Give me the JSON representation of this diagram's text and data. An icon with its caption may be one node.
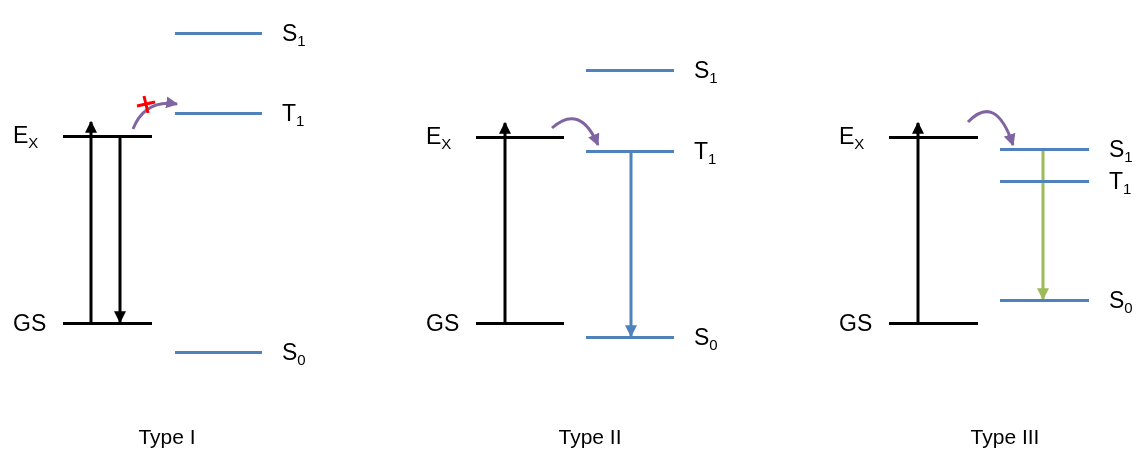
{
  "diagram": {
    "nodes": [
      {
        "text": [
          "E$_{X}$"
        ]
      },
      {
        "text": [
          "GS"
        ]
      },
      {
        "text": [
          "S$_{1}$"
        ]
      },
      {
        "text": [
          "T$_{1}$"
        ]
      },
      {
        "text": [
          "S$_{0}$"
        ]
      },
      {
        "text": [
          "E$_{X}$"
        ]
      },
      {
        "text": [
          "GS"
        ]
      },
      {
        "text": [
          "S$_{1}$"
        ]
      },
      {
        "text": [
          "T$_{1}$"
        ]
      },
      {
        "text": [
          "S$_{0}$"
        ]
      },
      {
        "text": [
          "E$_{X}$"
        ]
      },
      {
        "text": [
          "GS"
        ]
      },
      {
        "text": [
          "S$_{1}$"
        ]
      },
      {
        "text": [
          "T$_{1}$"
        ]
      },
      {
        "text": [
          "S$_{0}$"
        ]
      }
    ],
    "edges": [
      {
        "from": 1,
        "to": 0,
        "arrow": "to"
      },
      {
        "from": 0,
        "to": 1,
        "arrow": "to"
      },
      {
        "from": 0,
        "to": 3,
        "arrow": "to",
        "color": "#8064a2"
      },
      {
        "from": 6,
        "to": 5,
        "arrow": "to"
      },
      {
        "from": 5,
        "to": 8,
        "arrow": "to",
        "color": "#8064a2"
      },
      {
        "from": 8,
        "to": 9,
        "arrow": "to",
        "color": "#4f81bd"
      },
      {
        "from": 11,
        "to": 10,
        "arrow": "to"
      },
      {
        "from": 10,
        "to": 12,
        "arrow": "to",
        "color": "#8064a2"
      },
      {
        "from": 12,
        "to": 14,
        "arrow": "to",
        "color": "#9bbb59"
      }
    ],
    "labels": [
      "Type I",
      "Type II",
      "Type III"
    ]
  }
}
